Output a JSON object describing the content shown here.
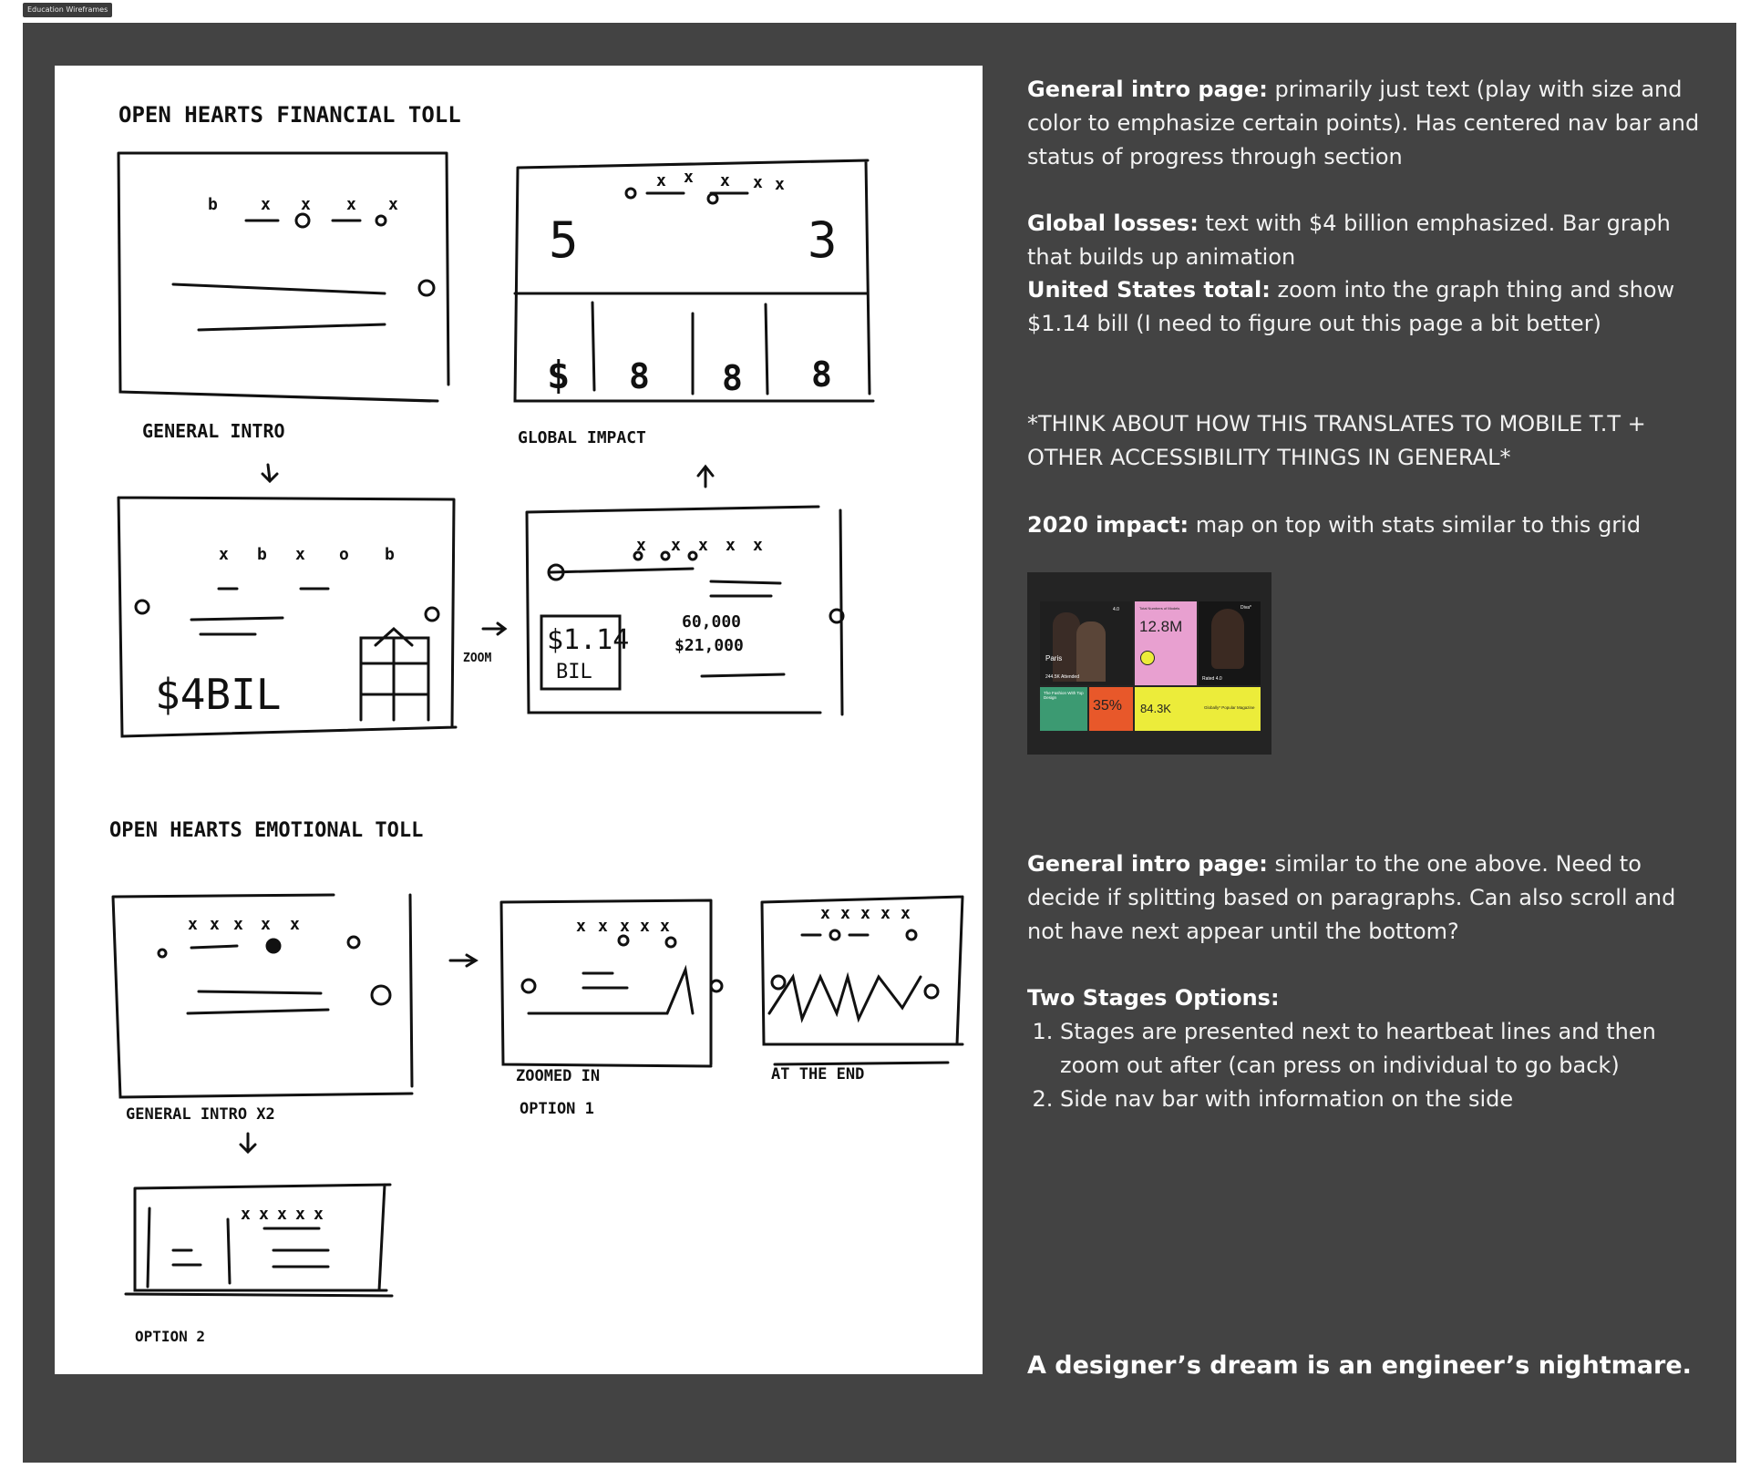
{
  "frame": {
    "label": "Education Wireframes"
  },
  "notes": {
    "general_intro_1": {
      "label": "General intro page:",
      "text": " primarily just text (play with size and color to emphasize certain points). Has centered nav bar and status of progress through section"
    },
    "global_losses": {
      "label": "Global losses:",
      "text": " text with $4 billion emphasized. Bar graph that builds up animation"
    },
    "us_total": {
      "label": "United States total:",
      "text": " zoom into the graph thing and show $1.14 bill (I need to figure out this page a bit better)"
    },
    "think_about": "*THINK ABOUT HOW THIS TRANSLATES TO MOBILE T.T + OTHER ACCESSIBILITY THINGS IN GENERAL*",
    "impact_2020": {
      "label": "2020 impact:",
      "text": " map on top with stats similar to this grid"
    },
    "general_intro_2": {
      "label": "General intro page:",
      "text": " similar to the one above. Need to decide if splitting based on paragraphs. Can also scroll and not have next appear until the bottom?"
    },
    "two_stages": {
      "label": "Two Stages Options:",
      "items": [
        "Stages are presented next to heartbeat lines and then zoom out after (can press on individual to go back)",
        "Side nav bar with information on the side"
      ]
    },
    "tagline": "A designer’s dream is an engineer’s nightmare."
  },
  "thumbnail": {
    "total_label": "Total Numbers of Models",
    "big_number": "12.8M",
    "city": "Paris",
    "attended": "244.5K Attended",
    "rated": "Rated 4.0",
    "rating": "4.0",
    "brand": "Diva*",
    "percent": "35%",
    "count": "84.3K",
    "fashion": "The Fashion With Top Design",
    "magazine": "Globally* Popular Magazine",
    "colors": {
      "pink": "#e8a0d0",
      "green": "#3c9a72",
      "orange": "#e8582a",
      "yellow": "#ecec3a",
      "dark": "#1f1f1f"
    }
  },
  "sketch": {
    "financial_title": "OPEN HEARTS FINANCIAL TOLL",
    "general_intro": "GENERAL INTRO",
    "global_impact": "GLOBAL IMPACT",
    "four_bil": "$4BIL",
    "zoom": "ZOOM",
    "one_fourteen": "$1.14",
    "bil": "BIL",
    "sixty_k": "60,000",
    "twenty_one_k": "$21,000",
    "emotional_title": "OPEN HEARTS EMOTIONAL TOLL",
    "general_intro_x2": "GENERAL INTRO X2",
    "zoomed_in": "ZOOMED IN",
    "option_1": "OPTION 1",
    "at_the_end": "AT THE END",
    "option_2": "OPTION 2",
    "five": "5",
    "three": "3"
  }
}
